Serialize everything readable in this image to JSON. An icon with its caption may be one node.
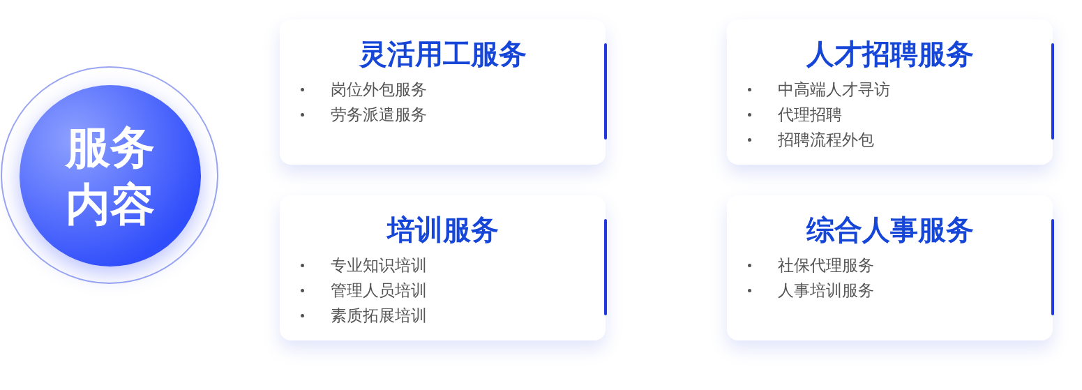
{
  "diagram": {
    "nodes": [
      {
        "text": [
          "服务内容"
        ]
      },
      {
        "text": [
          "灵活用工服务",
          "岗位外包服务",
          "劳务派遣服务"
        ]
      },
      {
        "text": [
          "人才招聘服务",
          "中高端人才寻访",
          "代理招聘",
          "招聘流程外包"
        ]
      },
      {
        "text": [
          "培训服务",
          "专业知识培训",
          "管理人员培训",
          "素质拓展培训"
        ]
      },
      {
        "text": [
          "综合人事服务",
          "社保代理服务",
          "人事培训服务"
        ]
      }
    ]
  }
}
